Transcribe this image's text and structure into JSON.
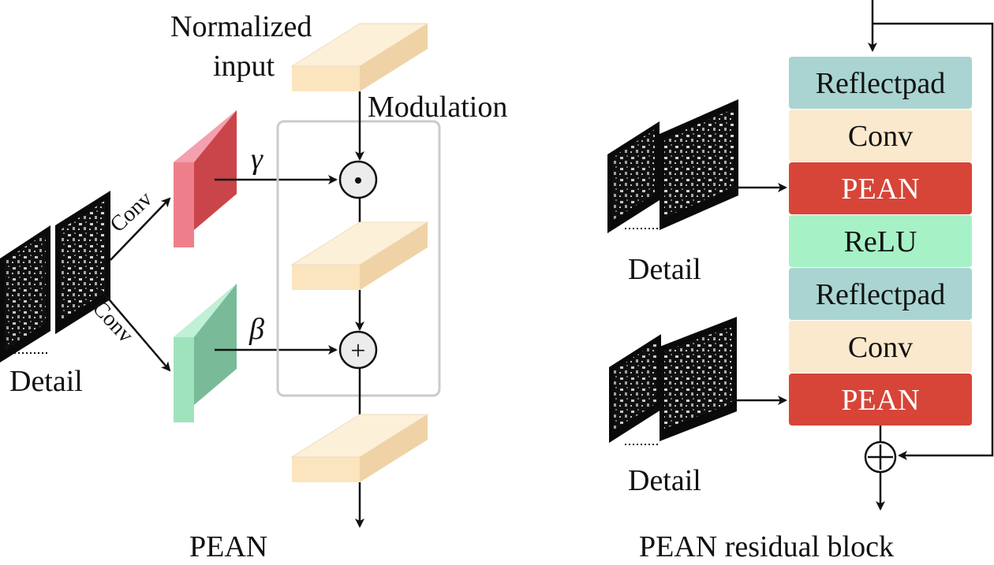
{
  "left_panel": {
    "caption": "PEAN",
    "input_label_line1": "Normalized",
    "input_label_line2": "input",
    "modulation_label": "Modulation",
    "detail_label": "Detail",
    "conv_label_top": "Conv",
    "conv_label_bottom": "Conv",
    "gamma_symbol": "γ",
    "beta_symbol": "β",
    "multiply_symbol": "⊙",
    "add_symbol": "+"
  },
  "right_panel": {
    "caption": "PEAN residual block",
    "detail_label_top": "Detail",
    "detail_label_bottom": "Detail",
    "add_symbol": "+",
    "layers": [
      {
        "label": "Reflectpad",
        "color": "#a9d4d2"
      },
      {
        "label": "Conv",
        "color": "#fbe9cd"
      },
      {
        "label": "PEAN",
        "color": "#d64538"
      },
      {
        "label": "ReLU",
        "color": "#a6f2c6"
      },
      {
        "label": "Reflectpad",
        "color": "#a9d4d2"
      },
      {
        "label": "Conv",
        "color": "#fbe9cd"
      },
      {
        "label": "PEAN",
        "color": "#d64538"
      }
    ]
  },
  "colors": {
    "gamma_block": "#e8707a",
    "beta_block": "#93d6b0",
    "feature_block": "#fbe5bf",
    "frame_border": "#c8cccc"
  }
}
